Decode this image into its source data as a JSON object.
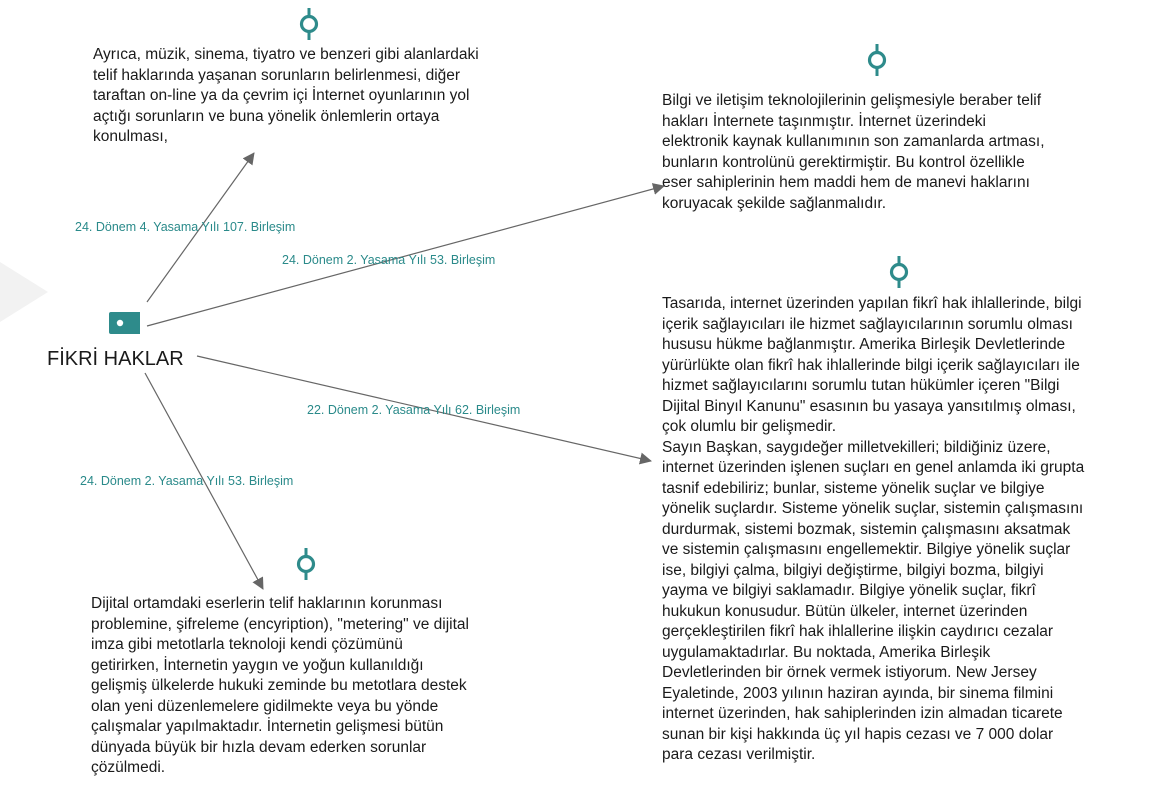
{
  "center": {
    "label": "FİKRİ HAKLAR",
    "tag_icon": "tag-icon"
  },
  "colors": {
    "accent": "#2e8b8b",
    "edge": "#666666",
    "label": "#2a8a8a"
  },
  "edges": [
    {
      "label": "24. Dönem 4. Yasama Yılı 107. Birleşim",
      "target": "note_top_left"
    },
    {
      "label": "24. Dönem 2. Yasama Yılı 53. Birleşim",
      "target": "note_top_right"
    },
    {
      "label": "22. Dönem 2. Yasama Yılı 62. Birleşim",
      "target": "note_bottom_right"
    },
    {
      "label": "24. Dönem 2. Yasama Yılı 53. Birleşim",
      "target": "note_bottom_left"
    }
  ],
  "notes": {
    "note_top_left": "Ayrıca, müzik, sinema, tiyatro ve benzeri gibi alanlardaki\ntelif haklarında yaşanan sorunların belirlenmesi, diğer\ntaraftan on-line ya da çevrim içi İnternet oyunlarının yol\naçtığı sorunların ve buna yönelik önlemlerin ortaya\nkonulması,",
    "note_top_right": "Bilgi ve iletişim teknolojilerinin gelişmesiyle beraber telif\nhakları İnternete taşınmıştır. İnternet üzerindeki\nelektronik kaynak kullanımının son zamanlarda artması,\nbunların kontrolünü gerektirmiştir. Bu kontrol özellikle\neser sahiplerinin hem maddi hem de manevi haklarını\nkoruyacak şekilde sağlanmalıdır.",
    "note_bottom_right": "Tasarıda, internet üzerinden yapılan fikrî hak ihlallerinde, bilgi\niçerik sağlayıcıları ile hizmet sağlayıcılarının sorumlu olması\nhususu hükme bağlanmıştır. Amerika Birleşik Devletlerinde\nyürürlükte olan fikrî hak ihlallerinde bilgi içerik sağlayıcıları ile\nhizmet sağlayıcılarını sorumlu tutan hükümler içeren \"Bilgi\nDijital Binyıl Kanunu\" esasının bu yasaya yansıtılmış olması,\nçok olumlu bir gelişmedir.\nSayın Başkan, saygıdeğer milletvekilleri; bildiğiniz üzere,\ninternet üzerinden işlenen suçları en genel anlamda iki grupta\ntasnif edebiliriz; bunlar, sisteme yönelik suçlar ve bilgiye\nyönelik suçlardır. Sisteme yönelik suçlar, sistemin çalışmasını\ndurdurmak, sistemi bozmak, sistemin çalışmasını aksatmak\nve sistemin çalışmasını engellemektir. Bilgiye yönelik suçlar\nise, bilgiyi çalma, bilgiyi değiştirme, bilgiyi bozma, bilgiyi\nyayma ve bilgiyi saklamadır. Bilgiye yönelik suçlar, fikrî\nhukukun konusudur. Bütün ülkeler, internet üzerinden\ngerçekleştirilen fikrî hak ihlallerine ilişkin caydırıcı cezalar\nuygulamaktadırlar. Bu noktada, Amerika Birleşik\nDevletlerinden bir örnek vermek istiyorum. New Jersey\nEyaletinde, 2003 yılının haziran ayında, bir sinema filmini\ninternet üzerinden, hak sahiplerinden izin almadan ticarete\nsunan bir kişi hakkında üç yıl hapis cezası ve 7 000 dolar\npara cezası verilmiştir.",
    "note_bottom_left": "Dijital ortamdaki eserlerin telif haklarının korunması\nproblemine, şifreleme (encyription), \"metering\" ve dijital\nimza gibi metotlarla teknoloji kendi çözümünü\ngetirirken, İnternetin yaygın ve yoğun kullanıldığı\ngelişmiş ülkelerde hukuki zeminde bu metotlara destek\nolan yeni düzenlemelere gidilmekte veya bu yönde\nçalışmalar yapılmaktadır. İnternetin gelişmesi bütün\ndünyada büyük bir hızla devam ederken sorunlar\nçözülmedi."
  },
  "note_icon": "location-pin-icon"
}
